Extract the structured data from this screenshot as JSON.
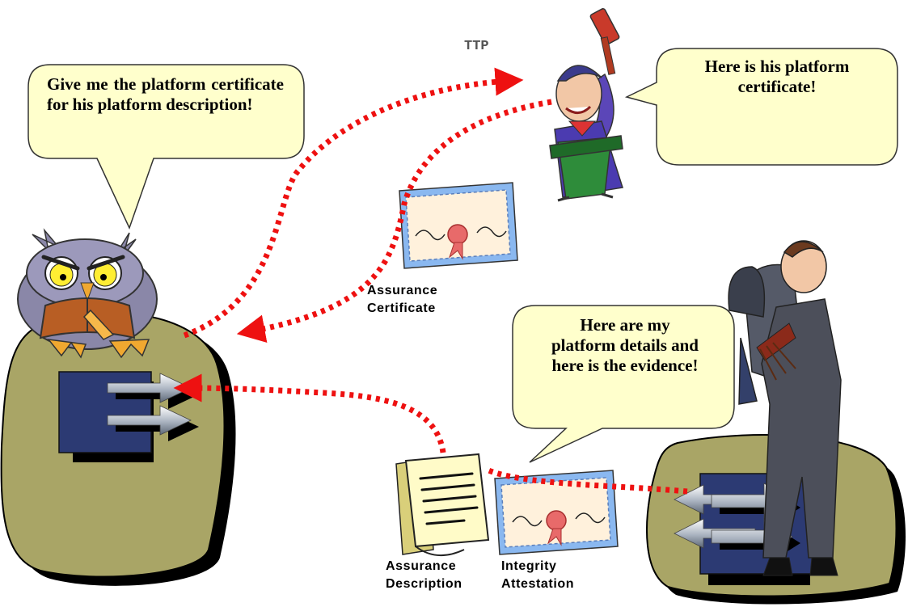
{
  "ttp_label": "TTP",
  "bubbles": {
    "verifier": "Give me the platform certificate for his platform description!",
    "ttp": "Here is his platform certificate!",
    "platform_owner": "Here are my platform details and here is the evidence!"
  },
  "labels": {
    "assurance_certificate": [
      "Assurance",
      "Certificate"
    ],
    "assurance_description": [
      "Assurance",
      "Description"
    ],
    "integrity_attestation": [
      "Integrity",
      "Attestation"
    ]
  },
  "colors": {
    "arrow": "#ee1111",
    "bubble": "#ffffcc",
    "platform_blob": "#a9a566",
    "platform_box": "#2c3a73"
  }
}
